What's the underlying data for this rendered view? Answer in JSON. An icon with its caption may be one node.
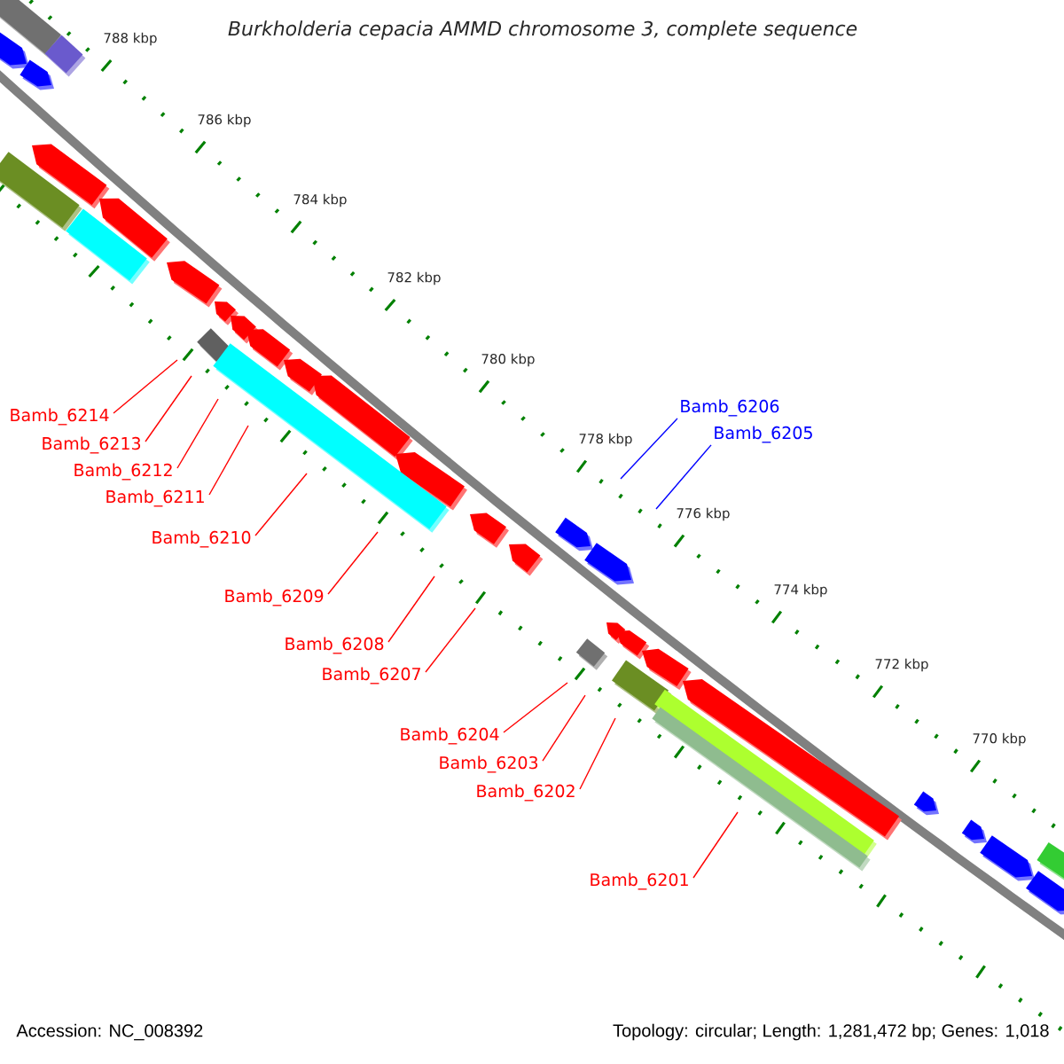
{
  "diagram": {
    "title": "Burkholderia cepacia AMMD chromosome 3, complete sequence",
    "nodes": [
      {
        "text": [
          "Bamb_6206"
        ]
      },
      {
        "text": [
          "Bamb_6205"
        ]
      },
      {
        "text": [
          "Bamb_6214"
        ]
      },
      {
        "text": [
          "Bamb_6213"
        ]
      },
      {
        "text": [
          "Bamb_6212"
        ]
      },
      {
        "text": [
          "Bamb_6211"
        ]
      },
      {
        "text": [
          "Bamb_6210"
        ]
      },
      {
        "text": [
          "Bamb_6209"
        ]
      },
      {
        "text": [
          "Bamb_6208"
        ]
      },
      {
        "text": [
          "Bamb_6207"
        ]
      },
      {
        "text": [
          "Bamb_6204"
        ]
      },
      {
        "text": [
          "Bamb_6203"
        ]
      },
      {
        "text": [
          "Bamb_6202"
        ]
      },
      {
        "text": [
          "Bamb_6201"
        ]
      }
    ],
    "edges": [
      {
        "from": 0,
        "to": null,
        "arrow": "none",
        "color": "#0000ff"
      },
      {
        "from": 1,
        "to": null,
        "arrow": "none",
        "color": "#0000ff"
      },
      {
        "from": 2,
        "to": null,
        "arrow": "none"
      },
      {
        "from": 3,
        "to": null,
        "arrow": "none"
      },
      {
        "from": 4,
        "to": null,
        "arrow": "none"
      },
      {
        "from": 5,
        "to": null,
        "arrow": "none"
      },
      {
        "from": 6,
        "to": null,
        "arrow": "none"
      },
      {
        "from": 7,
        "to": null,
        "arrow": "none"
      },
      {
        "from": 8,
        "to": null,
        "arrow": "none"
      },
      {
        "from": 9,
        "to": null,
        "arrow": "none"
      },
      {
        "from": 10,
        "to": null,
        "arrow": "none"
      },
      {
        "from": 11,
        "to": null,
        "arrow": "none"
      },
      {
        "from": 12,
        "to": null,
        "arrow": "none"
      },
      {
        "from": 13,
        "to": null,
        "arrow": "none"
      }
    ],
    "labels": [
      "788 kbp",
      "786 kbp",
      "784 kbp",
      "782 kbp",
      "780 kbp",
      "778 kbp",
      "776 kbp",
      "774 kbp",
      "772 kbp",
      "770 kbp",
      "Accession: NC_008392",
      "Topology: circular; Length: 1,281,472 bp; Genes: 1,018"
    ]
  }
}
